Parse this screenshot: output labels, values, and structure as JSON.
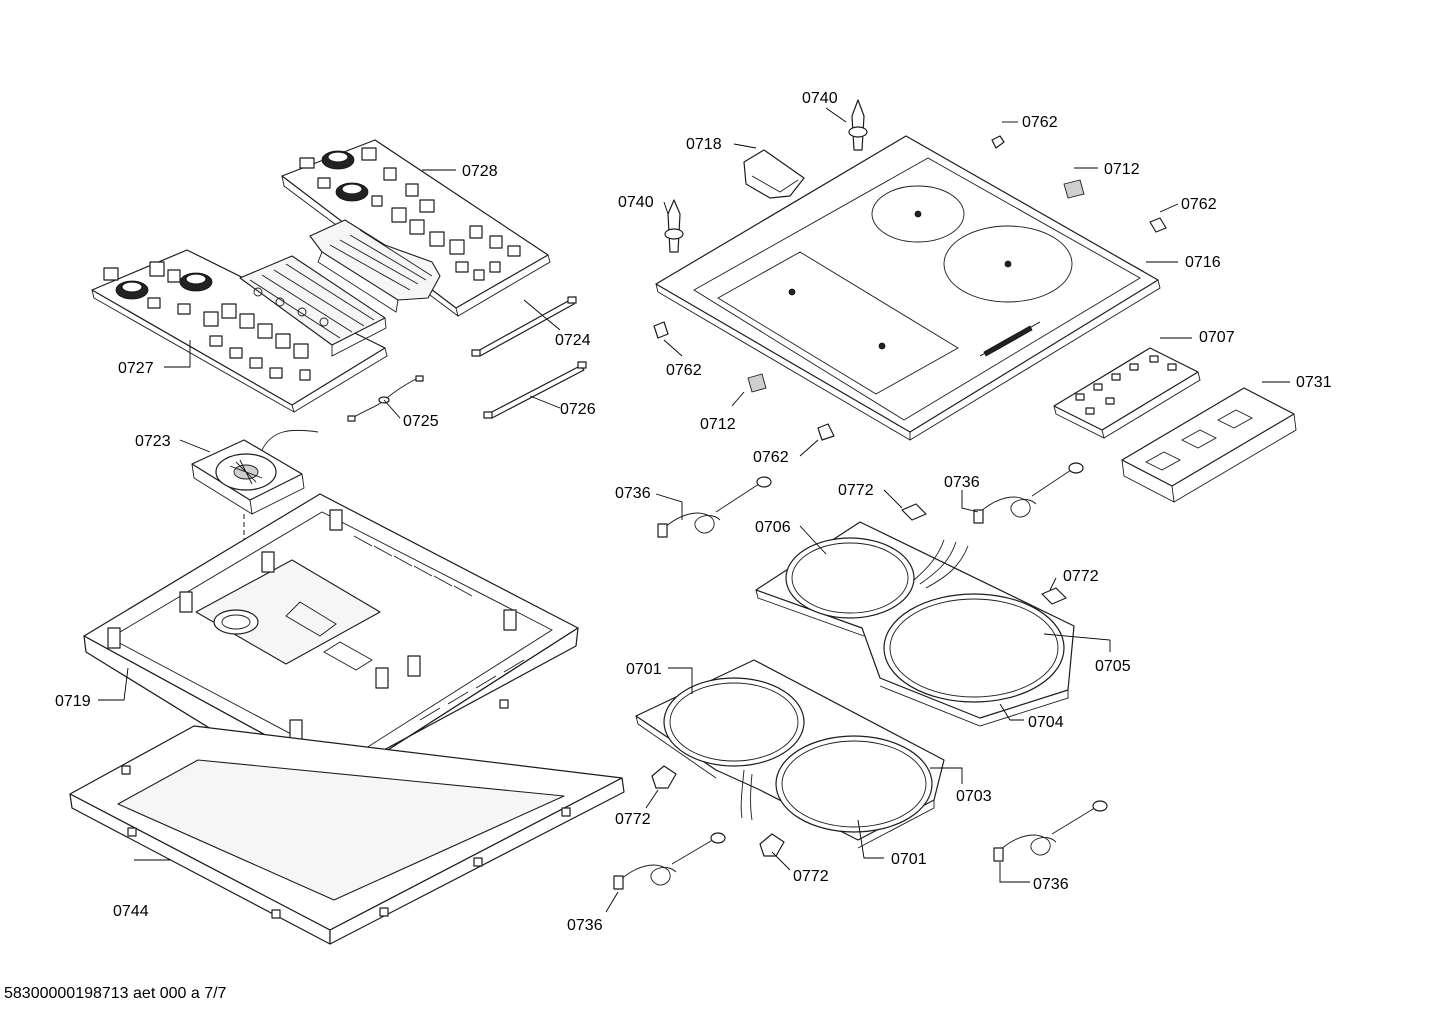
{
  "document_id": "58300000198713 aet 000 a 7/7",
  "labels": [
    {
      "id": "0728",
      "text": "0728"
    },
    {
      "id": "0727",
      "text": "0727"
    },
    {
      "id": "0724",
      "text": "0724"
    },
    {
      "id": "0725",
      "text": "0725"
    },
    {
      "id": "0726",
      "text": "0726"
    },
    {
      "id": "0723",
      "text": "0723"
    },
    {
      "id": "0719",
      "text": "0719"
    },
    {
      "id": "0744",
      "text": "0744"
    },
    {
      "id": "0740a",
      "text": "0740"
    },
    {
      "id": "0740b",
      "text": "0740"
    },
    {
      "id": "0718",
      "text": "0718"
    },
    {
      "id": "0762a",
      "text": "0762"
    },
    {
      "id": "0712a",
      "text": "0712"
    },
    {
      "id": "0762b",
      "text": "0762"
    },
    {
      "id": "0716",
      "text": "0716"
    },
    {
      "id": "0762c",
      "text": "0762"
    },
    {
      "id": "0712b",
      "text": "0712"
    },
    {
      "id": "0762d",
      "text": "0762"
    },
    {
      "id": "0707",
      "text": "0707"
    },
    {
      "id": "0731",
      "text": "0731"
    },
    {
      "id": "0736a",
      "text": "0736"
    },
    {
      "id": "0772a",
      "text": "0772"
    },
    {
      "id": "0736b",
      "text": "0736"
    },
    {
      "id": "0706",
      "text": "0706"
    },
    {
      "id": "0772b",
      "text": "0772"
    },
    {
      "id": "0705",
      "text": "0705"
    },
    {
      "id": "0701a",
      "text": "0701"
    },
    {
      "id": "0704",
      "text": "0704"
    },
    {
      "id": "0703",
      "text": "0703"
    },
    {
      "id": "0772c",
      "text": "0772"
    },
    {
      "id": "0772d",
      "text": "0772"
    },
    {
      "id": "0701b",
      "text": "0701"
    },
    {
      "id": "0736c",
      "text": "0736"
    },
    {
      "id": "0736d",
      "text": "0736"
    }
  ]
}
